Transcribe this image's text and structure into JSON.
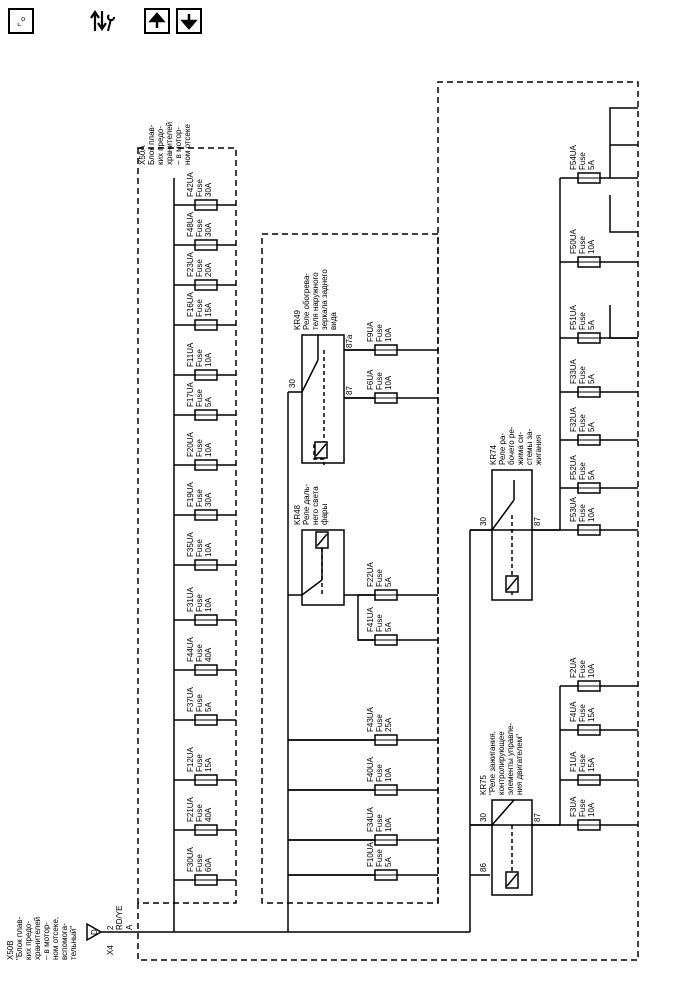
{
  "toolbar": {
    "home_icon": "corner-home-icon",
    "wiring_icon": "arrows-wrench-icon",
    "up_icon": "arrow-up-icon",
    "down_icon": "arrow-down-icon"
  },
  "connector": {
    "x50b": [
      "X50B",
      "\"Блок плав-",
      "ких предо-",
      "хранителей",
      "– в мотор-",
      "ном отсеке,",
      "вспомога-",
      "тельный\""
    ],
    "pin": "2",
    "wire": "RD/YE",
    "x4": "X4",
    "pin_a": "A",
    "triangle": "D",
    "x50a": [
      "X50A",
      "Блок плав-",
      "ких предо-",
      "хранителей",
      "– в мотор-",
      "ном отсеке"
    ]
  },
  "fuses_left": [
    {
      "id": "F30UA",
      "rating": "60A"
    },
    {
      "id": "F21UA",
      "rating": "40A"
    },
    {
      "id": "F12UA",
      "rating": "15A"
    },
    {
      "id": "F37UA",
      "rating": "5A"
    },
    {
      "id": "F44UA",
      "rating": "40A"
    },
    {
      "id": "F31UA",
      "rating": "10A"
    },
    {
      "id": "F35UA",
      "rating": "10A"
    },
    {
      "id": "F19UA",
      "rating": "30A"
    },
    {
      "id": "F20UA",
      "rating": "10A"
    },
    {
      "id": "F17UA",
      "rating": "5A"
    },
    {
      "id": "F11UA",
      "rating": "10A"
    },
    {
      "id": "F16UA",
      "rating": "15A"
    },
    {
      "id": "F23UA",
      "rating": "20A"
    },
    {
      "id": "F48UA",
      "rating": "30A"
    },
    {
      "id": "F42UA",
      "rating": "30A"
    }
  ],
  "fuse_word": "Fuse",
  "fuses_mid": [
    {
      "id": "F10UA",
      "rating": "5A"
    },
    {
      "id": "F34UA",
      "rating": "10A"
    },
    {
      "id": "F40UA",
      "rating": "10A"
    },
    {
      "id": "F43UA",
      "rating": "25A"
    },
    {
      "id": "F41UA",
      "rating": "5A"
    },
    {
      "id": "F22UA",
      "rating": "5A"
    },
    {
      "id": "F6UA",
      "rating": "10A"
    },
    {
      "id": "F9UA",
      "rating": "10A"
    }
  ],
  "fuses_right": [
    {
      "id": "F3UA",
      "rating": "10A"
    },
    {
      "id": "F1UA",
      "rating": "15A"
    },
    {
      "id": "F4UA",
      "rating": "15A"
    },
    {
      "id": "F2UA",
      "rating": "10A"
    },
    {
      "id": "F53UA",
      "rating": "10A"
    },
    {
      "id": "F52UA",
      "rating": "5A"
    },
    {
      "id": "F32UA",
      "rating": "5A"
    },
    {
      "id": "F33UA",
      "rating": "5A"
    },
    {
      "id": "F51UA",
      "rating": "5A"
    },
    {
      "id": "F50UA",
      "rating": "10A"
    },
    {
      "id": "F54UA",
      "rating": "5A"
    }
  ],
  "relays": {
    "kr49": [
      "KR49",
      "Реле обогрева-",
      "теля наружного",
      "зеркала заднего",
      "вида"
    ],
    "kr49_pins": [
      "30",
      "87",
      "87a"
    ],
    "kr48": [
      "KR48",
      "Реле даль-",
      "него света",
      "фары"
    ],
    "kr74": [
      "KR74",
      "Реле ра-",
      "бочего ре-",
      "жима си-",
      "стемы за-",
      "жигания"
    ],
    "kr74_pins": [
      "30",
      "87"
    ],
    "kr75": [
      "KR75",
      "\"Реле зажигания,",
      "контролирующее",
      "элементы управле-",
      "ния двигателем\""
    ],
    "kr75_pins": [
      "30",
      "87",
      "86"
    ]
  }
}
